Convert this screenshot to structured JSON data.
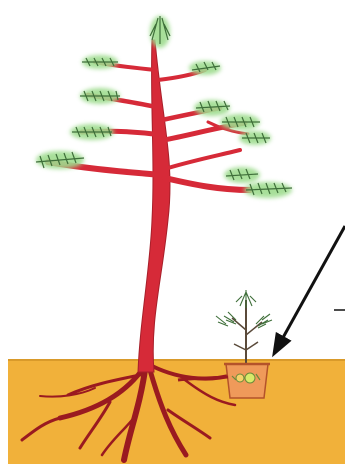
{
  "colors": {
    "background": "#ffffff",
    "soil": "#f1b13a",
    "soil_edge": "#d99a2a",
    "trunk": "#d62a38",
    "trunk_dark": "#a81f2a",
    "roots": "#9a1a20",
    "needles": "#3f6f3a",
    "needle_glow": "#9fdc8f",
    "pot": "#ef9a5a",
    "pot_edge": "#b4532a",
    "seedling_stem": "#5a4a3a",
    "arrow": "#111111"
  },
  "icons": {
    "large_tree": "pine-tree-illustration",
    "seedling": "potted-seedling-illustration",
    "arrow": "pointer-arrow"
  }
}
